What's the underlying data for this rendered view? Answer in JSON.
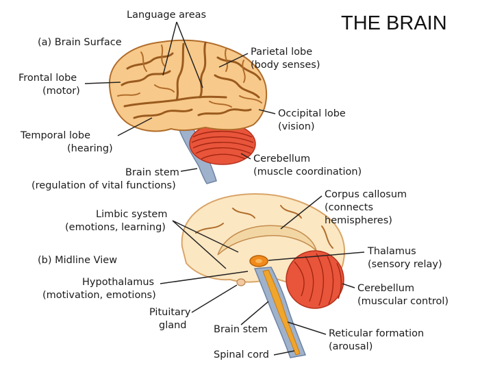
{
  "page_title": "THE BRAIN",
  "panel_a": {
    "heading": "(a)  Brain Surface",
    "labels": {
      "language": "Language areas",
      "parietal": [
        "Parietal lobe",
        "(body senses)"
      ],
      "frontal": [
        "Frontal lobe",
        "(motor)"
      ],
      "occipital": [
        "Occipital lobe",
        "(vision)"
      ],
      "temporal": [
        "Temporal lobe",
        "(hearing)"
      ],
      "cerebellum": [
        "Cerebellum",
        "(muscle coordination)"
      ],
      "brainstem": [
        "Brain stem",
        "(regulation of vital functions)"
      ]
    }
  },
  "panel_b": {
    "heading": "(b)  Midline View",
    "labels": {
      "limbic": [
        "Limbic system",
        "(emotions, learning)"
      ],
      "corpus": [
        "Corpus callosum",
        "(connects",
        "hemispheres)"
      ],
      "thalamus": [
        "Thalamus",
        "(sensory relay)"
      ],
      "hypothalamus": [
        "Hypothalamus",
        "(motivation, emotions)"
      ],
      "cerebellum": [
        "Cerebellum",
        "(muscular control)"
      ],
      "pituitary": [
        "Pituitary",
        "gland"
      ],
      "brainstem": "Brain stem",
      "reticular": [
        "Reticular formation",
        "(arousal)"
      ],
      "spinal": "Spinal cord"
    }
  },
  "colors": {
    "cortex": "#f7c98a",
    "sulcus": "#9a5a1e",
    "cerebellum": "#e8553a",
    "brainstem": "#9fb2cc",
    "midline": "#fbe7c2",
    "thalamus": "#f08a1c"
  }
}
